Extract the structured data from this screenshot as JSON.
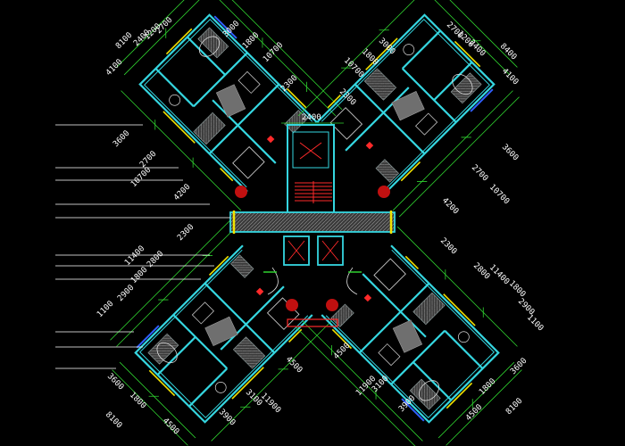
{
  "drawing": {
    "center_dim": "2400",
    "dims_top_left": [
      "8100",
      "2400",
      "1200",
      "2700",
      "4100",
      "3000",
      "1800",
      "10700",
      "2300"
    ],
    "dims_top_right": [
      "10700",
      "1800",
      "3000",
      "2700",
      "1200",
      "2400",
      "8400",
      "4100",
      "2300"
    ],
    "dims_left": [
      "3600",
      "2700",
      "10700",
      "4200",
      "2300",
      "11400",
      "2800",
      "1800",
      "2900",
      "1100"
    ],
    "dims_right": [
      "3600",
      "2700",
      "10700",
      "4200",
      "2300",
      "2800",
      "11400",
      "1800",
      "2900",
      "1100"
    ],
    "dims_bottom_left": [
      "3600",
      "1800",
      "8100",
      "4500",
      "3900",
      "3100",
      "11900",
      "4500"
    ],
    "dims_bottom_right": [
      "4500",
      "11900",
      "3100",
      "3900",
      "4500",
      "1800",
      "3600",
      "8100"
    ]
  },
  "colors": {
    "background": "#000000",
    "wall": "#35d6e0",
    "dimension": "#2fd12f",
    "window": "#f2e200",
    "stair": "#ff2a2a",
    "text": "#ffffff"
  }
}
